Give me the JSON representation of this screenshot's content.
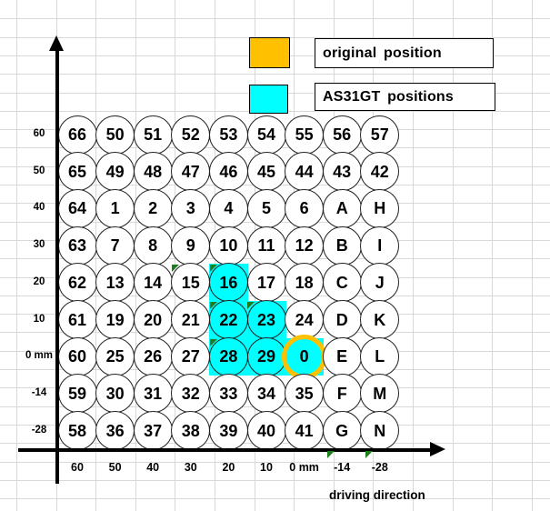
{
  "legend": {
    "original": {
      "label": "original position"
    },
    "as31gt": {
      "label": "AS31GT positions"
    }
  },
  "colors": {
    "original": "#FFC000",
    "as31gt": "#00FFFF",
    "marker": "#1E7E1E"
  },
  "axes": {
    "x_label": "driving direction",
    "x_ticks": [
      "60",
      "50",
      "40",
      "30",
      "20",
      "10",
      "0 mm",
      "-14",
      "-28"
    ],
    "y_ticks": [
      "60",
      "50",
      "40",
      "30",
      "20",
      "10",
      "0 mm",
      "-14",
      "-28"
    ]
  },
  "grid": {
    "rows": [
      {
        "y": "60",
        "cells": [
          "66",
          "50",
          "51",
          "52",
          "53",
          "54",
          "55",
          "56",
          "57"
        ]
      },
      {
        "y": "50",
        "cells": [
          "65",
          "49",
          "48",
          "47",
          "46",
          "45",
          "44",
          "43",
          "42"
        ]
      },
      {
        "y": "40",
        "cells": [
          "64",
          "1",
          "2",
          "3",
          "4",
          "5",
          "6",
          "A",
          "H"
        ]
      },
      {
        "y": "30",
        "cells": [
          "63",
          "7",
          "8",
          "9",
          "10",
          "11",
          "12",
          "B",
          "I"
        ]
      },
      {
        "y": "20",
        "cells": [
          "62",
          "13",
          "14",
          "15",
          "16",
          "17",
          "18",
          "C",
          "J"
        ]
      },
      {
        "y": "10",
        "cells": [
          "61",
          "19",
          "20",
          "21",
          "22",
          "23",
          "24",
          "D",
          "K"
        ]
      },
      {
        "y": "0 mm",
        "cells": [
          "60",
          "25",
          "26",
          "27",
          "28",
          "29",
          "0",
          "E",
          "L"
        ]
      },
      {
        "y": "-14",
        "cells": [
          "59",
          "30",
          "31",
          "32",
          "33",
          "34",
          "35",
          "F",
          "M"
        ]
      },
      {
        "y": "-28",
        "cells": [
          "58",
          "36",
          "37",
          "38",
          "39",
          "40",
          "41",
          "G",
          "N"
        ]
      }
    ]
  },
  "highlights": {
    "as31gt_cells": [
      [
        4,
        4
      ],
      [
        5,
        4
      ],
      [
        5,
        5
      ],
      [
        6,
        4
      ],
      [
        6,
        5
      ],
      [
        6,
        6
      ]
    ],
    "original_cell": [
      6,
      6
    ],
    "comment_marker_cells": [
      [
        4,
        3
      ],
      [
        4,
        4
      ],
      [
        5,
        4
      ],
      [
        5,
        5
      ],
      [
        6,
        4
      ]
    ],
    "comment_marker_xticks": [
      7,
      8
    ]
  }
}
